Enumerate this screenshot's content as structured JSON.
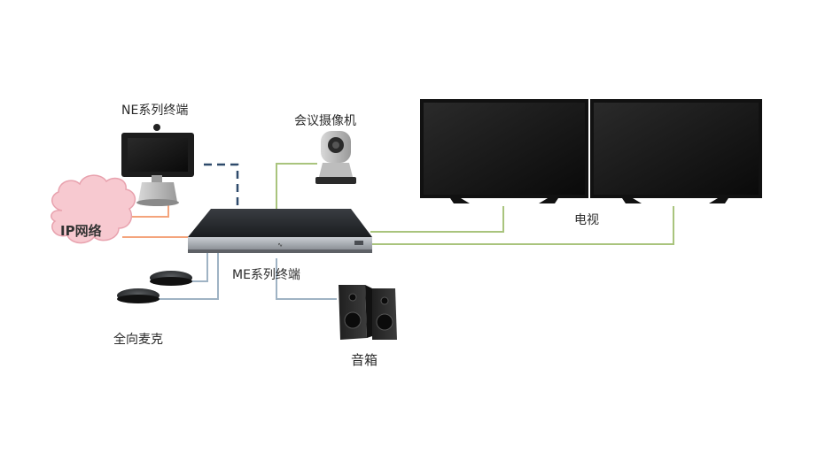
{
  "labels": {
    "ne_terminal": "NE系列终端",
    "camera": "会议摄像机",
    "tv": "电视",
    "ip_network": "IP网络",
    "me_terminal": "ME系列终端",
    "microphone": "全向麦克",
    "speaker": "音箱"
  },
  "colors": {
    "network_link": "#f4a47c",
    "video_link": "#a9c47d",
    "audio_link": "#9fb3c4",
    "dashed_link": "#2e4a6b",
    "cloud_fill": "#f7c9d0",
    "cloud_stroke": "#e8a2ae"
  }
}
